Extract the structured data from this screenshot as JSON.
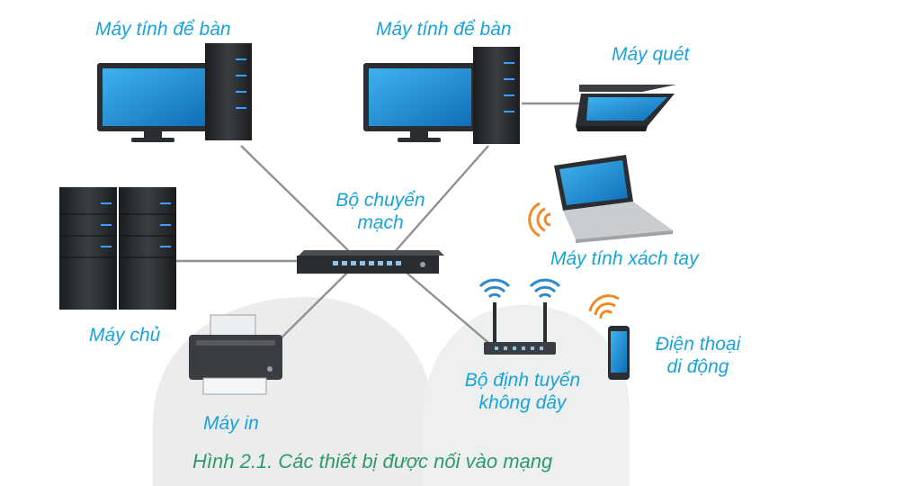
{
  "labels": {
    "desktop_left": "Máy tính để bàn",
    "desktop_right": "Máy tính để bàn",
    "scanner": "Máy quét",
    "switch_line1": "Bộ chuyển",
    "switch_line2": "mạch",
    "server": "Máy chủ",
    "laptop": "Máy tính xách tay",
    "printer": "Máy in",
    "router_line1": "Bộ định tuyến",
    "router_line2": "không dây",
    "phone_line1": "Điện thoại",
    "phone_line2": "di động"
  },
  "caption": "Hình 2.1. Các thiết bị được nối vào mạng",
  "colors": {
    "label": "#1aa3d9",
    "caption": "#2e9a6c",
    "screen": "#1e8fd6",
    "device_dark": "#2a2d31",
    "cable": "#8d9297",
    "wifi_orange": "#f08a24",
    "wifi_blue": "#2c8ad1",
    "background_shape": "#e9ecec"
  },
  "icons": [
    "desktop-computer-icon",
    "scanner-icon",
    "server-icon",
    "network-switch-icon",
    "laptop-icon",
    "printer-icon",
    "wireless-router-icon",
    "mobile-phone-icon"
  ]
}
